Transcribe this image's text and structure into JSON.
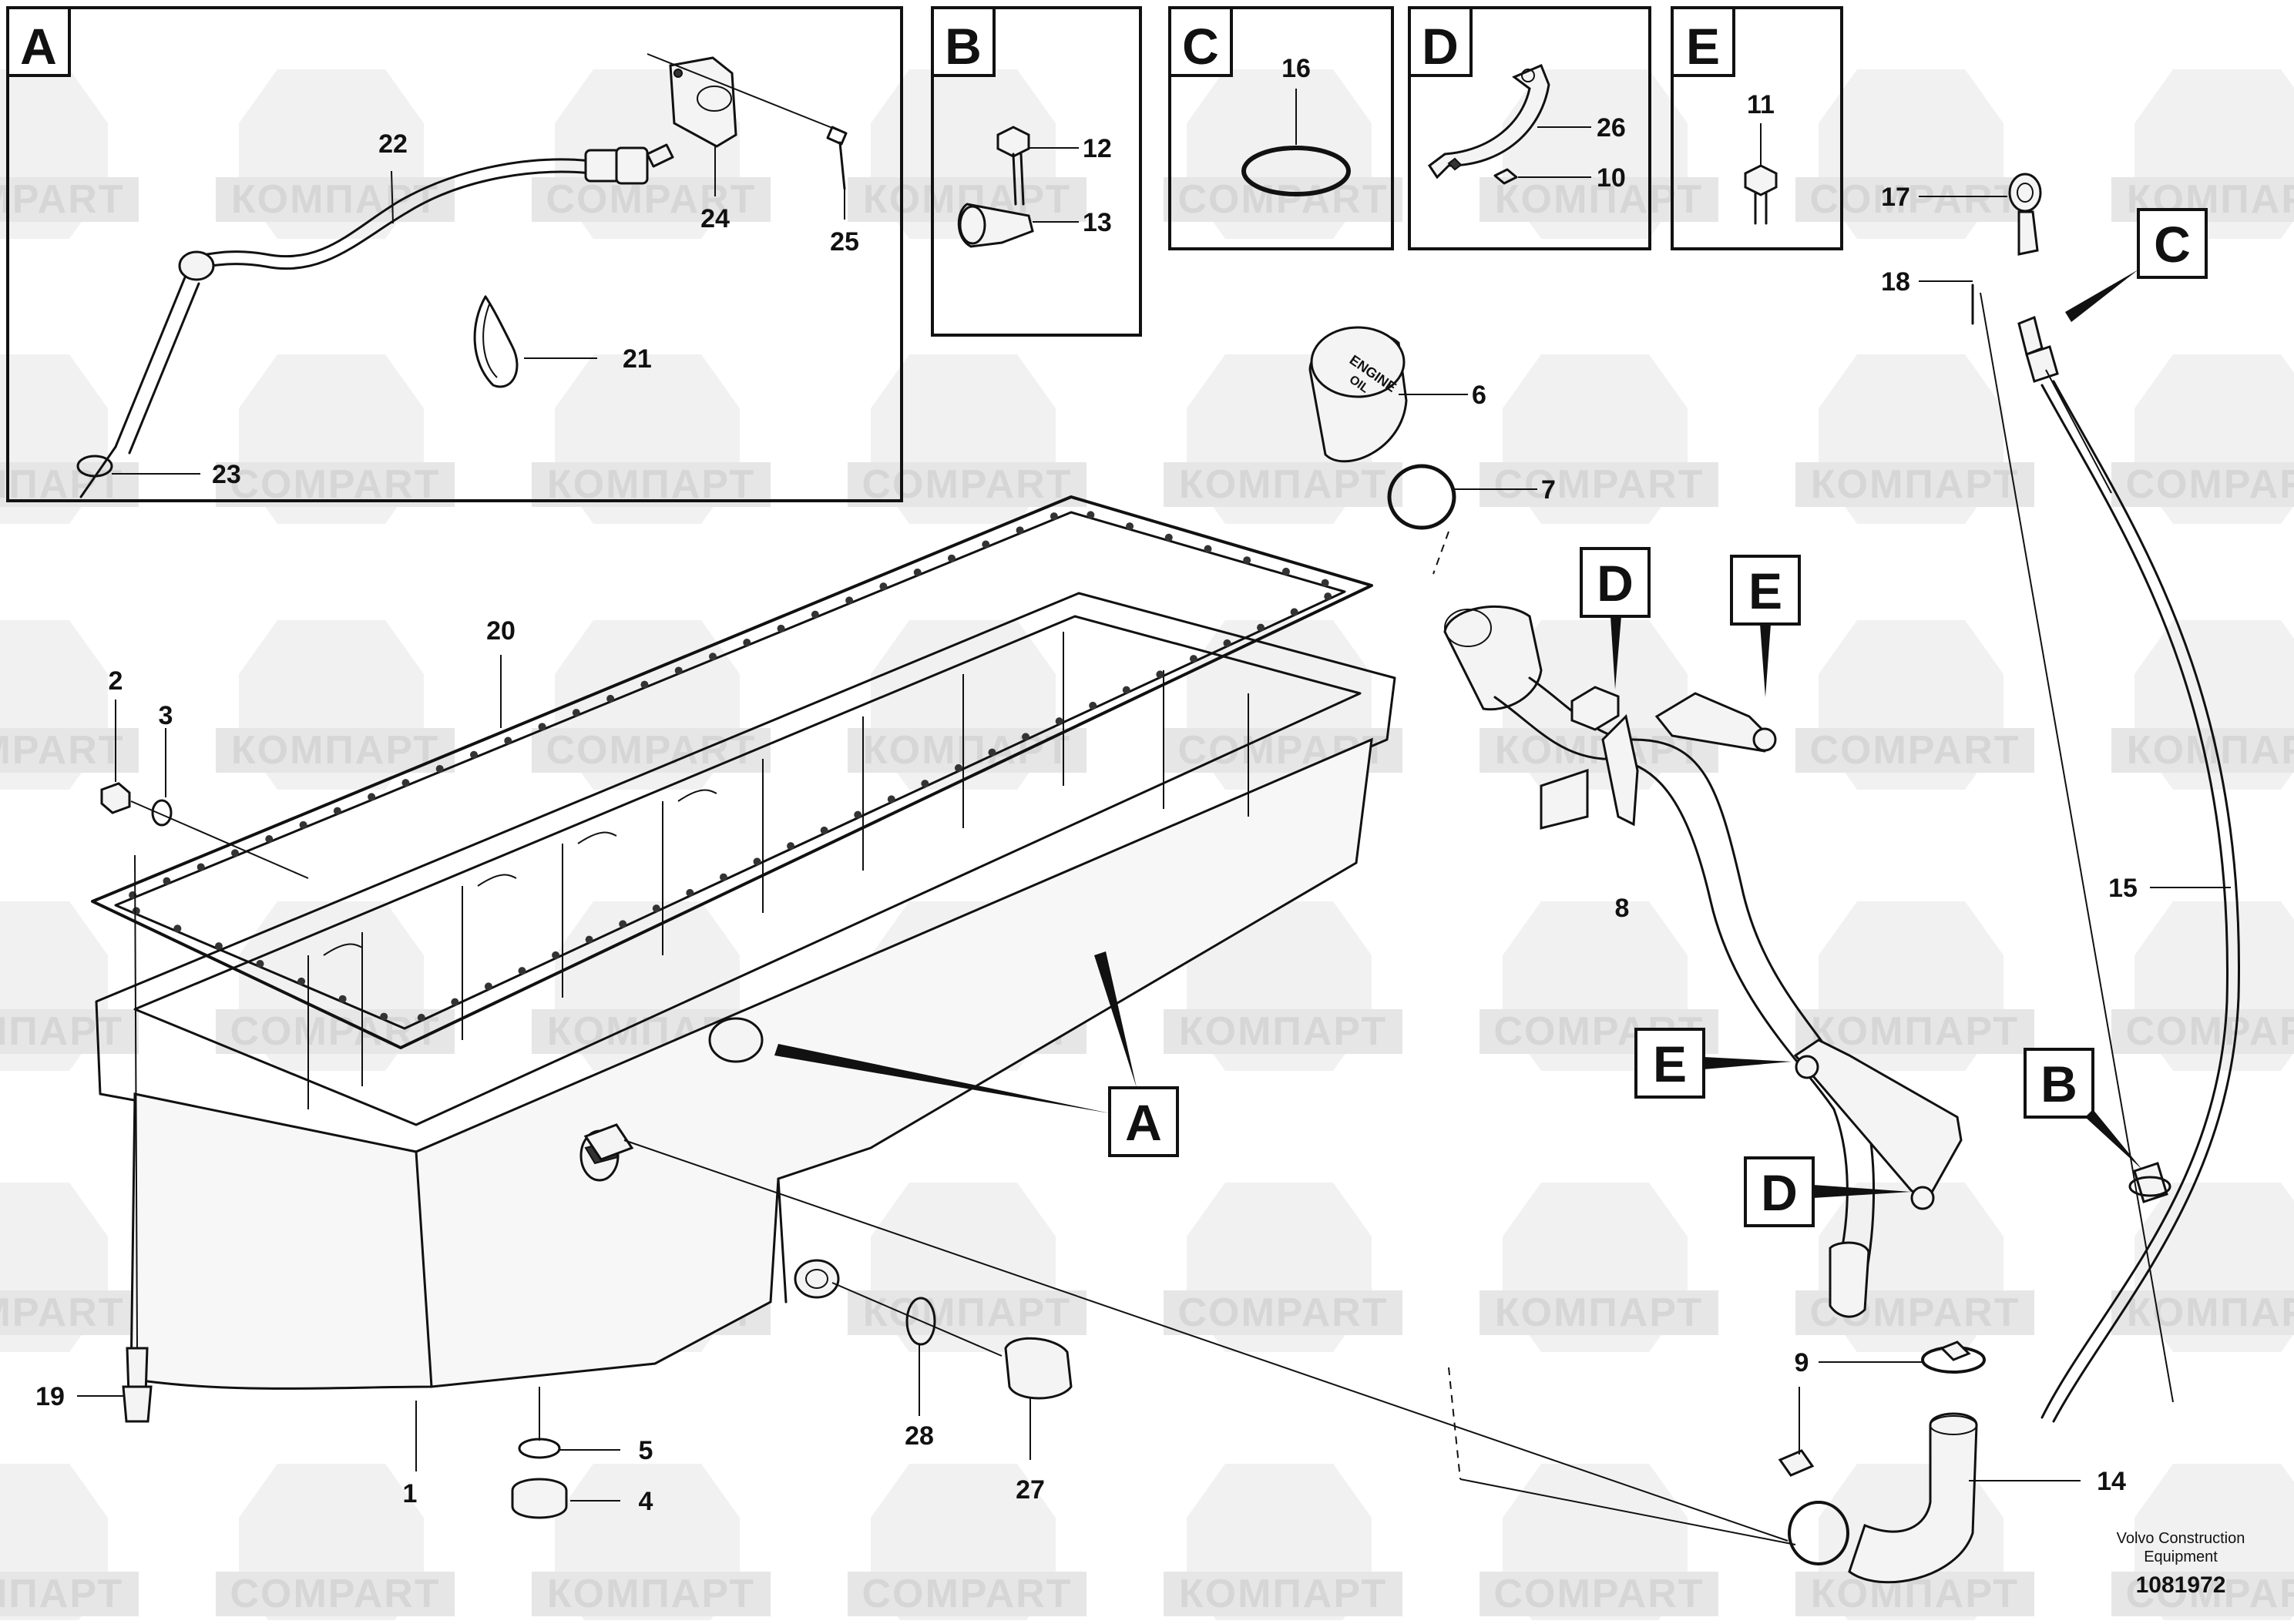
{
  "watermark": {
    "text_latin": "COMPART",
    "text_cyrillic": "КОМПАРТ"
  },
  "detail_boxes": [
    {
      "letter": "A"
    },
    {
      "letter": "B"
    },
    {
      "letter": "C"
    },
    {
      "letter": "D"
    },
    {
      "letter": "E"
    }
  ],
  "callouts": {
    "c1": "1",
    "c2": "2",
    "c3": "3",
    "c4": "4",
    "c5": "5",
    "c6": "6",
    "c7": "7",
    "c8": "8",
    "c9": "9",
    "c10": "10",
    "c11": "11",
    "c12": "12",
    "c13": "13",
    "c14": "14",
    "c15": "15",
    "c16": "16",
    "c17": "17",
    "c18": "18",
    "c19": "19",
    "c20": "20",
    "c21": "21",
    "c22": "22",
    "c23": "23",
    "c24": "24",
    "c25": "25",
    "c26": "26",
    "c27": "27",
    "c28": "28"
  },
  "reference_tags": {
    "A": "A",
    "B": "B",
    "C": "C",
    "D": "D",
    "E": "E"
  },
  "oil_cap_text": {
    "line1": "ENGINE",
    "line2": "OIL"
  },
  "footer": {
    "maker_line1": "Volvo Construction",
    "maker_line2": "Equipment",
    "drawing_number": "1081972"
  }
}
